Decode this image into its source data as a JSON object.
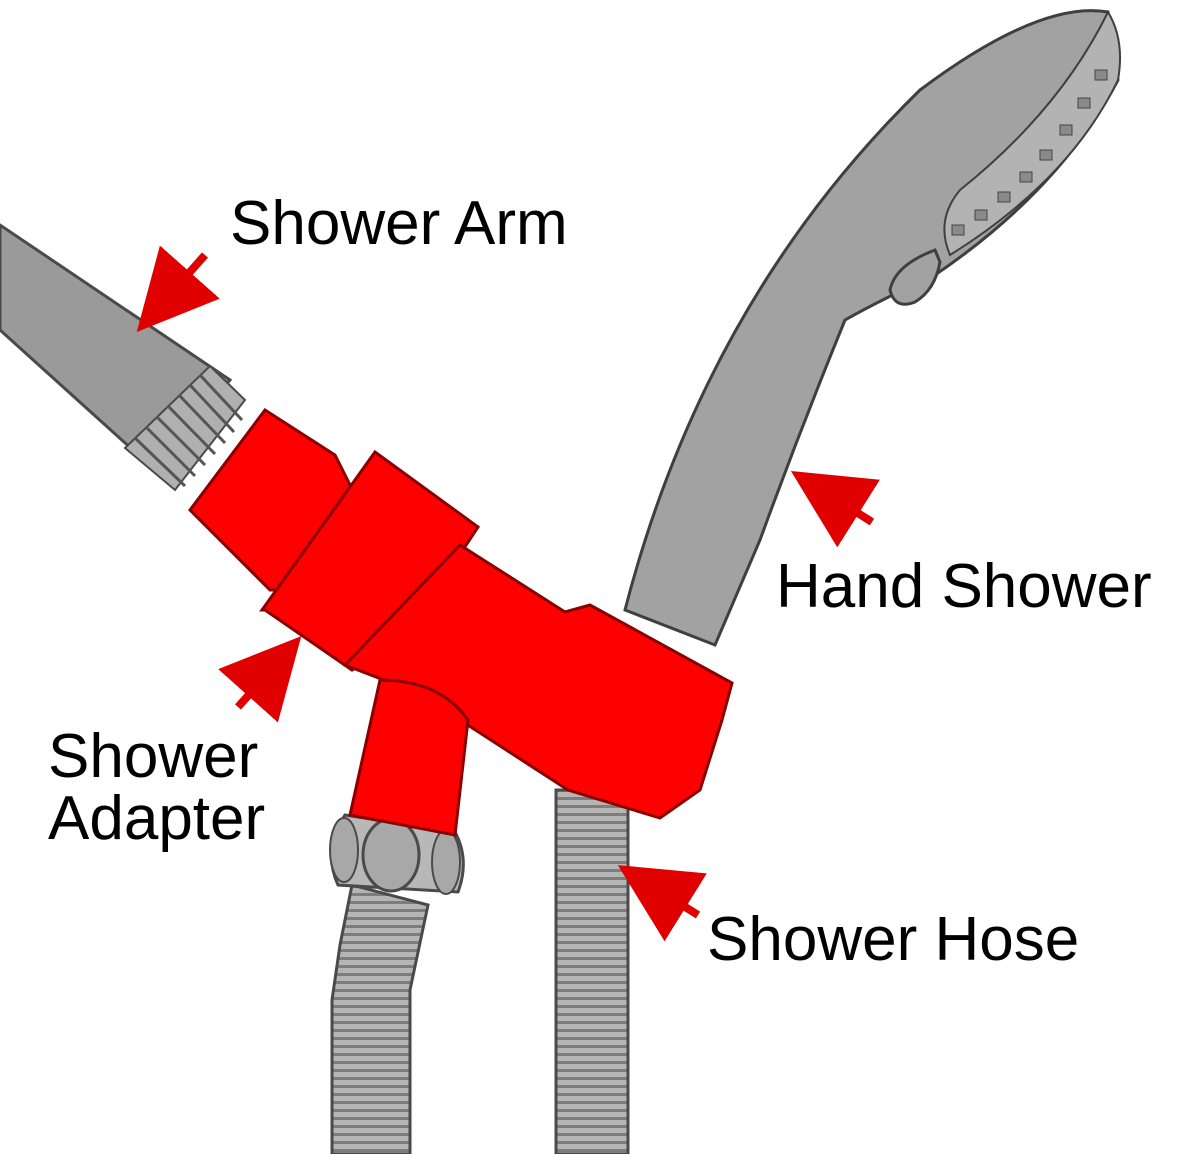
{
  "diagram": {
    "labels": {
      "shower_arm": "Shower Arm",
      "hand_shower": "Hand Shower",
      "shower_adapter_line1": "Shower",
      "shower_adapter_line2": "Adapter",
      "shower_hose": "Shower Hose"
    },
    "colors": {
      "adapter": "#ff0000",
      "metal": "#9e9e9e",
      "metal_dark": "#7a7a7a",
      "outline": "#4a4a4a",
      "arrow": "#e00000",
      "text": "#000000",
      "background": "#ffffff"
    }
  }
}
